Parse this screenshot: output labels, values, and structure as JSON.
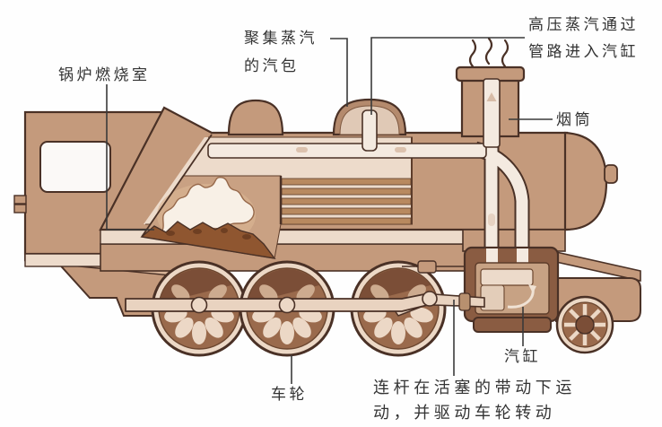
{
  "diagram": {
    "labels": {
      "boiler_firebox": "锅炉燃烧室",
      "steam_dome_line1": "聚集蒸汽",
      "steam_dome_line2": "的汽包",
      "hp_steam_line1": "高压蒸汽通过",
      "hp_steam_line2": "管路进入汽缸",
      "chimney": "烟筒",
      "cylinder": "汽缸",
      "wheel": "车轮",
      "connecting_rod_line1": "连杆在活塞的带动下运",
      "connecting_rod_line2": "动，并驱动车轮转动"
    },
    "colors": {
      "body_tan": "#c49a7c",
      "outline_brown": "#4a3126",
      "interior_cream": "#eddbcb",
      "pipe_cream": "#f4eae0",
      "fire_tube_brown": "#b8895f",
      "coal_brown": "#8f5630",
      "wheel_disc": "#9a6a4c",
      "wheel_rim": "#ecd8c6",
      "cylinder_block": "#8a5c42",
      "label_text": "#333333"
    }
  }
}
